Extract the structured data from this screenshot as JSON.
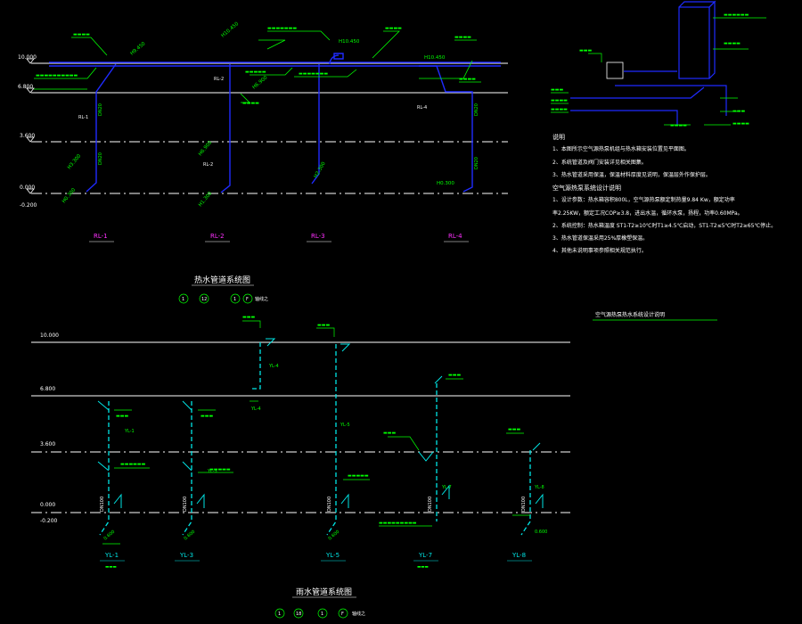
{
  "colors": {
    "background": "#000000",
    "level_line": "#ffffff",
    "pipe_hot": "#1f2bff",
    "pipe_rain": "#00e5e5",
    "tag": "#ff30ff",
    "annotation": "#00ff00",
    "dim": "#ffffff",
    "dash": "#bbbbbb"
  },
  "hot_water": {
    "levels": [
      "10.000",
      "6.800",
      "3.600",
      "0.000",
      "-0.200"
    ],
    "risers": [
      "RL-1",
      "RL-2",
      "RL-3",
      "RL-4"
    ],
    "branch_labels": [
      "RL-1",
      "RL-2",
      "RL-2",
      "RL-4"
    ],
    "elevations": [
      "H9.450",
      "H10.450",
      "H10.450",
      "H10.450",
      "H6.900",
      "H3.300",
      "H6.900",
      "H0.300",
      "H2.300",
      "H0.300",
      "H1.300"
    ],
    "dims": [
      "DN20",
      "DN20",
      "DN20",
      "DN20"
    ],
    "title": "热水管道系统图",
    "axis_note": [
      "1",
      "12",
      "1",
      "F"
    ],
    "axis_note_text": "轴线之"
  },
  "rain": {
    "levels": [
      "10.000",
      "6.800",
      "3.600",
      "0.000",
      "-0.200"
    ],
    "risers": [
      "YL-1",
      "YL-3",
      "YL-5",
      "YL-7",
      "YL-8"
    ],
    "riser_subs": [
      "YL-1",
      "YL-3",
      "YL-4",
      "YL-5",
      "YL-7",
      "YL-8"
    ],
    "rain_tags": [
      "YL-4",
      "YL-4"
    ],
    "elevations": [
      "0.600",
      "0.600",
      "0.600",
      "0.600"
    ],
    "dn": "DN100",
    "title": "雨水管道系统图",
    "axis_note": [
      "1",
      "18",
      "1",
      "F"
    ],
    "axis_note_text": "轴线之"
  },
  "heatpump": {
    "title": "空气源热泵热水系统设计说明",
    "notes_heading": "说明",
    "notes": [
      "1、本图所示空气源热泵机组与热水箱安装位置见平面图。",
      "2、系统管道及阀门安装详见相关图集。",
      "3、热水管道采用保温，保温材料厚度见说明，保温层外作保护层。"
    ],
    "design_heading": "空气源热泵系统设计说明",
    "design": [
      "1、设计参数：热水箱容积800L，空气源热泵额定制热量9.84 Kw，额定功率",
      "率2.25KW，额定工况COP≥3.8，进出水温，循环水泵，扬程，功率0.60MPa。",
      "2、系统控制：热水箱温度 ST1-T2≥10℃时T1≥4.5℃启动，ST1-T2≤5℃时T2≥65℃停止。",
      "3、热水管道保温采用25%厚橡塑保温。",
      "4、其他未说明事项参照相关规范执行。"
    ]
  }
}
